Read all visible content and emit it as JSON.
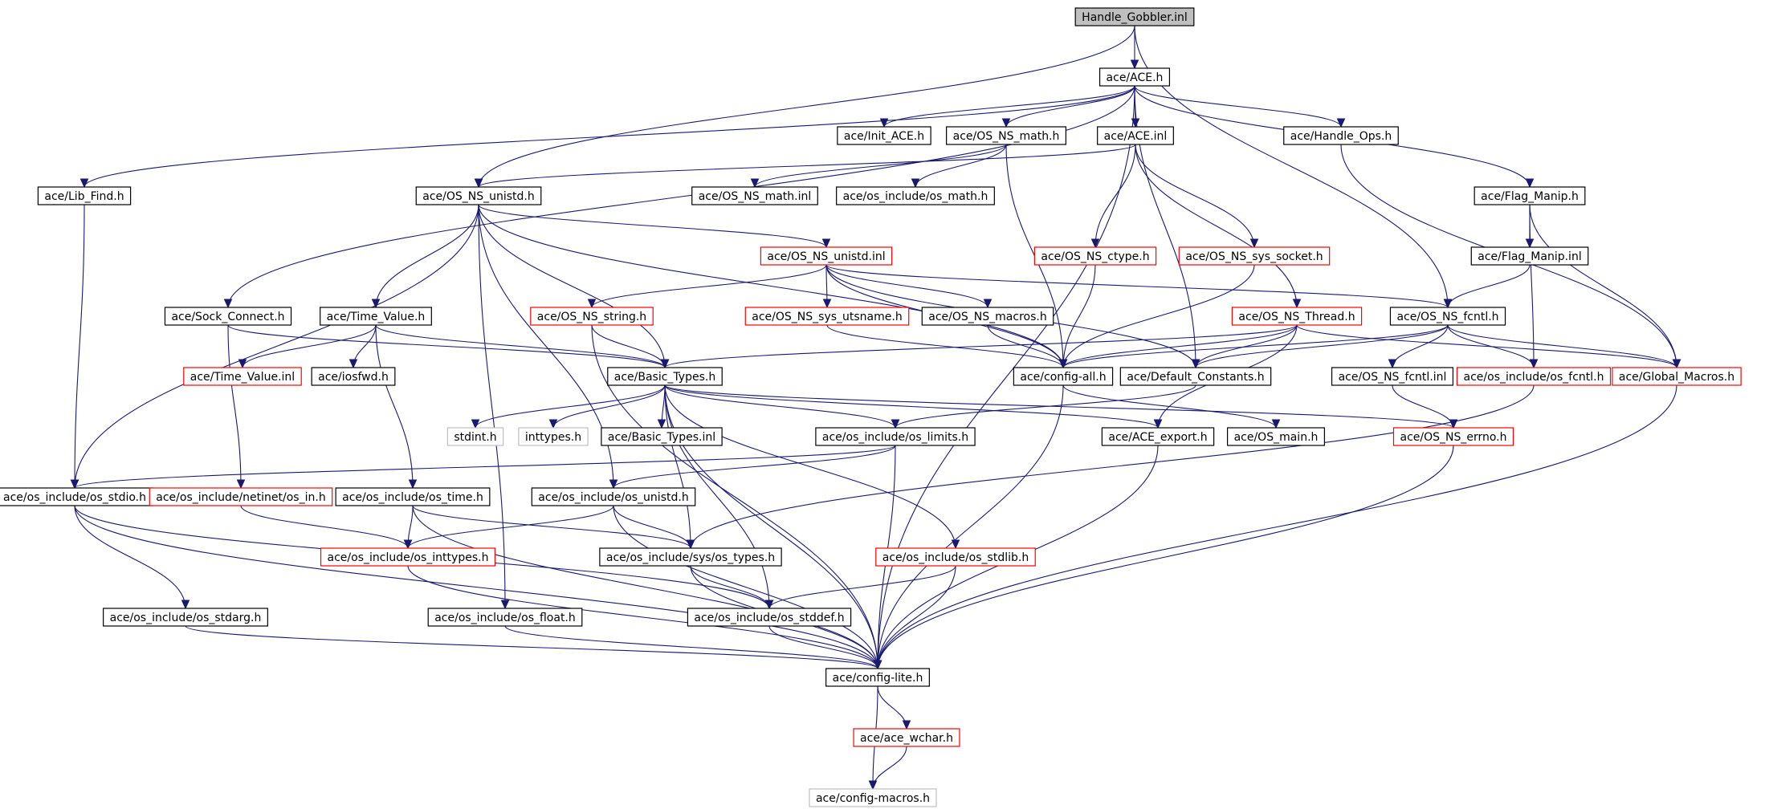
{
  "colors": {
    "edge": "#191970",
    "border_normal": "#000000",
    "border_truncated": "#ff0000",
    "border_external": "#bfbfbf",
    "fill_root": "#bfbfbf",
    "fill_default": "#ffffff"
  },
  "nodes": [
    {
      "id": "n0",
      "label": "Handle_Gobbler.inl",
      "style": "root"
    },
    {
      "id": "n1",
      "label": "ace/ACE.h",
      "style": "normal"
    },
    {
      "id": "n2",
      "label": "ace/Init_ACE.h",
      "style": "normal"
    },
    {
      "id": "n3",
      "label": "ace/OS_NS_math.h",
      "style": "normal"
    },
    {
      "id": "n4",
      "label": "ace/ACE.inl",
      "style": "normal"
    },
    {
      "id": "n5",
      "label": "ace/Handle_Ops.h",
      "style": "normal"
    },
    {
      "id": "n6",
      "label": "ace/Lib_Find.h",
      "style": "normal"
    },
    {
      "id": "n7",
      "label": "ace/OS_NS_unistd.h",
      "style": "normal"
    },
    {
      "id": "n8",
      "label": "ace/OS_NS_math.inl",
      "style": "normal"
    },
    {
      "id": "n9",
      "label": "ace/os_include/os_math.h",
      "style": "normal"
    },
    {
      "id": "n10",
      "label": "ace/Flag_Manip.h",
      "style": "normal"
    },
    {
      "id": "n11",
      "label": "ace/OS_NS_ctype.h",
      "style": "truncated"
    },
    {
      "id": "n12",
      "label": "ace/OS_NS_sys_socket.h",
      "style": "truncated"
    },
    {
      "id": "n13",
      "label": "ace/Flag_Manip.inl",
      "style": "normal"
    },
    {
      "id": "n14",
      "label": "ace/OS_NS_unistd.inl",
      "style": "truncated"
    },
    {
      "id": "n15",
      "label": "ace/Sock_Connect.h",
      "style": "normal"
    },
    {
      "id": "n16",
      "label": "ace/Time_Value.h",
      "style": "normal"
    },
    {
      "id": "n17",
      "label": "ace/OS_NS_string.h",
      "style": "truncated"
    },
    {
      "id": "n18",
      "label": "ace/OS_NS_sys_utsname.h",
      "style": "truncated"
    },
    {
      "id": "n19",
      "label": "ace/OS_NS_macros.h",
      "style": "normal"
    },
    {
      "id": "n20",
      "label": "ace/OS_NS_Thread.h",
      "style": "truncated"
    },
    {
      "id": "n21",
      "label": "ace/OS_NS_fcntl.h",
      "style": "normal"
    },
    {
      "id": "n22",
      "label": "ace/Time_Value.inl",
      "style": "truncated"
    },
    {
      "id": "n23",
      "label": "ace/iosfwd.h",
      "style": "normal"
    },
    {
      "id": "n24",
      "label": "ace/Basic_Types.h",
      "style": "normal"
    },
    {
      "id": "n25",
      "label": "ace/config-all.h",
      "style": "normal"
    },
    {
      "id": "n26",
      "label": "ace/Default_Constants.h",
      "style": "normal"
    },
    {
      "id": "n27",
      "label": "ace/OS_NS_fcntl.inl",
      "style": "normal"
    },
    {
      "id": "n28",
      "label": "ace/os_include/os_fcntl.h",
      "style": "truncated"
    },
    {
      "id": "n29",
      "label": "ace/Global_Macros.h",
      "style": "truncated"
    },
    {
      "id": "n30",
      "label": "stdint.h",
      "style": "external"
    },
    {
      "id": "n31",
      "label": "inttypes.h",
      "style": "external"
    },
    {
      "id": "n32",
      "label": "ace/Basic_Types.inl",
      "style": "normal"
    },
    {
      "id": "n33",
      "label": "ace/os_include/os_limits.h",
      "style": "normal"
    },
    {
      "id": "n34",
      "label": "ace/ACE_export.h",
      "style": "normal"
    },
    {
      "id": "n35",
      "label": "ace/OS_main.h",
      "style": "normal"
    },
    {
      "id": "n36",
      "label": "ace/OS_NS_errno.h",
      "style": "truncated"
    },
    {
      "id": "n37",
      "label": "ace/os_include/os_stdio.h",
      "style": "normal"
    },
    {
      "id": "n38",
      "label": "ace/os_include/netinet/os_in.h",
      "style": "truncated"
    },
    {
      "id": "n39",
      "label": "ace/os_include/os_time.h",
      "style": "normal"
    },
    {
      "id": "n40",
      "label": "ace/os_include/os_unistd.h",
      "style": "normal"
    },
    {
      "id": "n41",
      "label": "ace/os_include/os_inttypes.h",
      "style": "truncated"
    },
    {
      "id": "n42",
      "label": "ace/os_include/sys/os_types.h",
      "style": "normal"
    },
    {
      "id": "n43",
      "label": "ace/os_include/os_stdlib.h",
      "style": "truncated"
    },
    {
      "id": "n44",
      "label": "ace/os_include/os_stdarg.h",
      "style": "normal"
    },
    {
      "id": "n45",
      "label": "ace/os_include/os_float.h",
      "style": "normal"
    },
    {
      "id": "n46",
      "label": "ace/os_include/os_stddef.h",
      "style": "normal"
    },
    {
      "id": "n47",
      "label": "ace/config-lite.h",
      "style": "normal"
    },
    {
      "id": "n48",
      "label": "ace/ace_wchar.h",
      "style": "truncated"
    },
    {
      "id": "n49",
      "label": "ace/config-macros.h",
      "style": "external"
    }
  ],
  "edges": [
    [
      "n0",
      "n1"
    ],
    [
      "n0",
      "n7"
    ],
    [
      "n0",
      "n21"
    ],
    [
      "n1",
      "n2"
    ],
    [
      "n1",
      "n3"
    ],
    [
      "n1",
      "n4"
    ],
    [
      "n1",
      "n5"
    ],
    [
      "n1",
      "n6"
    ],
    [
      "n1",
      "n15"
    ],
    [
      "n1",
      "n10"
    ],
    [
      "n1",
      "n26"
    ],
    [
      "n1",
      "n47"
    ],
    [
      "n3",
      "n8"
    ],
    [
      "n3",
      "n9"
    ],
    [
      "n3",
      "n25"
    ],
    [
      "n4",
      "n7"
    ],
    [
      "n4",
      "n11"
    ],
    [
      "n4",
      "n12"
    ],
    [
      "n4",
      "n20"
    ],
    [
      "n5",
      "n29"
    ],
    [
      "n6",
      "n37"
    ],
    [
      "n7",
      "n14"
    ],
    [
      "n7",
      "n16"
    ],
    [
      "n7",
      "n24"
    ],
    [
      "n7",
      "n37"
    ],
    [
      "n7",
      "n40"
    ],
    [
      "n7",
      "n45"
    ],
    [
      "n7",
      "n25"
    ],
    [
      "n10",
      "n13"
    ],
    [
      "n10",
      "n29"
    ],
    [
      "n10",
      "n28"
    ],
    [
      "n11",
      "n25"
    ],
    [
      "n12",
      "n25"
    ],
    [
      "n13",
      "n21"
    ],
    [
      "n14",
      "n17"
    ],
    [
      "n14",
      "n18"
    ],
    [
      "n14",
      "n19"
    ],
    [
      "n14",
      "n21"
    ],
    [
      "n14",
      "n25"
    ],
    [
      "n14",
      "n26"
    ],
    [
      "n15",
      "n24"
    ],
    [
      "n15",
      "n38"
    ],
    [
      "n16",
      "n22"
    ],
    [
      "n16",
      "n23"
    ],
    [
      "n16",
      "n24"
    ],
    [
      "n16",
      "n39"
    ],
    [
      "n17",
      "n24"
    ],
    [
      "n17",
      "n47"
    ],
    [
      "n18",
      "n25"
    ],
    [
      "n19",
      "n25"
    ],
    [
      "n20",
      "n24"
    ],
    [
      "n20",
      "n25"
    ],
    [
      "n20",
      "n26"
    ],
    [
      "n20",
      "n29"
    ],
    [
      "n20",
      "n34"
    ],
    [
      "n21",
      "n25"
    ],
    [
      "n21",
      "n26"
    ],
    [
      "n21",
      "n27"
    ],
    [
      "n21",
      "n28"
    ],
    [
      "n21",
      "n29"
    ],
    [
      "n24",
      "n30"
    ],
    [
      "n24",
      "n31"
    ],
    [
      "n24",
      "n32"
    ],
    [
      "n24",
      "n33"
    ],
    [
      "n24",
      "n34"
    ],
    [
      "n24",
      "n42"
    ],
    [
      "n24",
      "n43"
    ],
    [
      "n24",
      "n46"
    ],
    [
      "n24",
      "n36"
    ],
    [
      "n24",
      "n47"
    ],
    [
      "n25",
      "n35"
    ],
    [
      "n25",
      "n47"
    ],
    [
      "n26",
      "n33"
    ],
    [
      "n27",
      "n36"
    ],
    [
      "n28",
      "n42"
    ],
    [
      "n29",
      "n47"
    ],
    [
      "n33",
      "n37"
    ],
    [
      "n33",
      "n40"
    ],
    [
      "n33",
      "n47"
    ],
    [
      "n34",
      "n47"
    ],
    [
      "n36",
      "n47"
    ],
    [
      "n37",
      "n44"
    ],
    [
      "n37",
      "n46"
    ],
    [
      "n37",
      "n47"
    ],
    [
      "n38",
      "n41"
    ],
    [
      "n39",
      "n41"
    ],
    [
      "n39",
      "n42"
    ],
    [
      "n39",
      "n47"
    ],
    [
      "n40",
      "n41"
    ],
    [
      "n40",
      "n42"
    ],
    [
      "n40",
      "n47"
    ],
    [
      "n41",
      "n47"
    ],
    [
      "n42",
      "n46"
    ],
    [
      "n42",
      "n47"
    ],
    [
      "n43",
      "n46"
    ],
    [
      "n43",
      "n47"
    ],
    [
      "n44",
      "n47"
    ],
    [
      "n45",
      "n47"
    ],
    [
      "n46",
      "n47"
    ],
    [
      "n47",
      "n48"
    ],
    [
      "n47",
      "n49"
    ],
    [
      "n48",
      "n49"
    ]
  ]
}
